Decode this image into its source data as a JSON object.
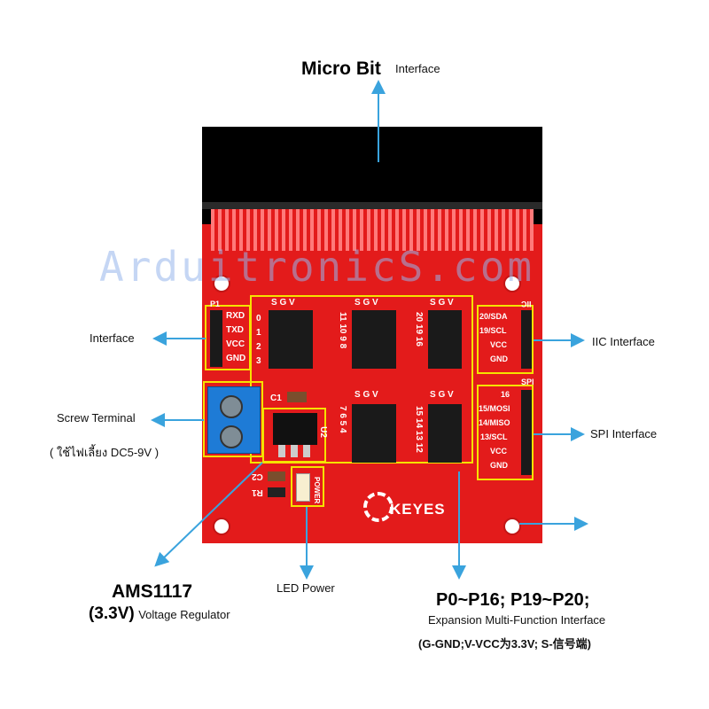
{
  "top_label": {
    "title": "Micro Bit",
    "suffix": "Interface"
  },
  "watermark": "ArduitronicS.com",
  "left_labels": {
    "interface": "Interface",
    "screw_terminal": "Screw Terminal",
    "power_note": "( ใช้ไฟเลี้ยง  DC5-9V )"
  },
  "right_labels": {
    "iic": "IIC Interface",
    "spi": "SPI Interface"
  },
  "bottom_labels": {
    "ams_name": "AMS1117",
    "ams_voltage": "(3.3V)",
    "ams_desc": "Voltage Regulator",
    "led_power": "LED Power",
    "ports_title": "P0~P16;  P19~P20;",
    "ports_desc": "Expansion Multi-Function Interface",
    "ports_note": "(G-GND;V-VCC为3.3V;  S-信号端)"
  },
  "board": {
    "uart_pins": [
      "RXD",
      "TXD",
      "VCC",
      "GND"
    ],
    "uart_tag": "P1",
    "iic_tag": "IIC",
    "iic_pins": [
      "20/SDA",
      "19/SCL",
      "VCC",
      "GND"
    ],
    "spi_tag": "SPI",
    "spi_pins": [
      "16",
      "15/MOSI",
      "14/MISO",
      "13/SCL",
      "VCC",
      "GND"
    ],
    "svg_header": [
      "S",
      "G",
      "V"
    ],
    "block1_nums": [
      "0",
      "1",
      "2",
      "3"
    ],
    "block2_nums": "11 10 9 8",
    "block3_nums": "20 19 16",
    "block4_nums": "7 6 5 4",
    "block5_nums": "15 14 13 12",
    "c1": "C1",
    "c2": "C2",
    "r1": "R1",
    "u2": "U2",
    "power_silk": "POWER",
    "brand": "KEYES"
  },
  "colors": {
    "board": "#e31b1b",
    "highlight": "#f5e200",
    "arrow": "#3aa3dd"
  }
}
